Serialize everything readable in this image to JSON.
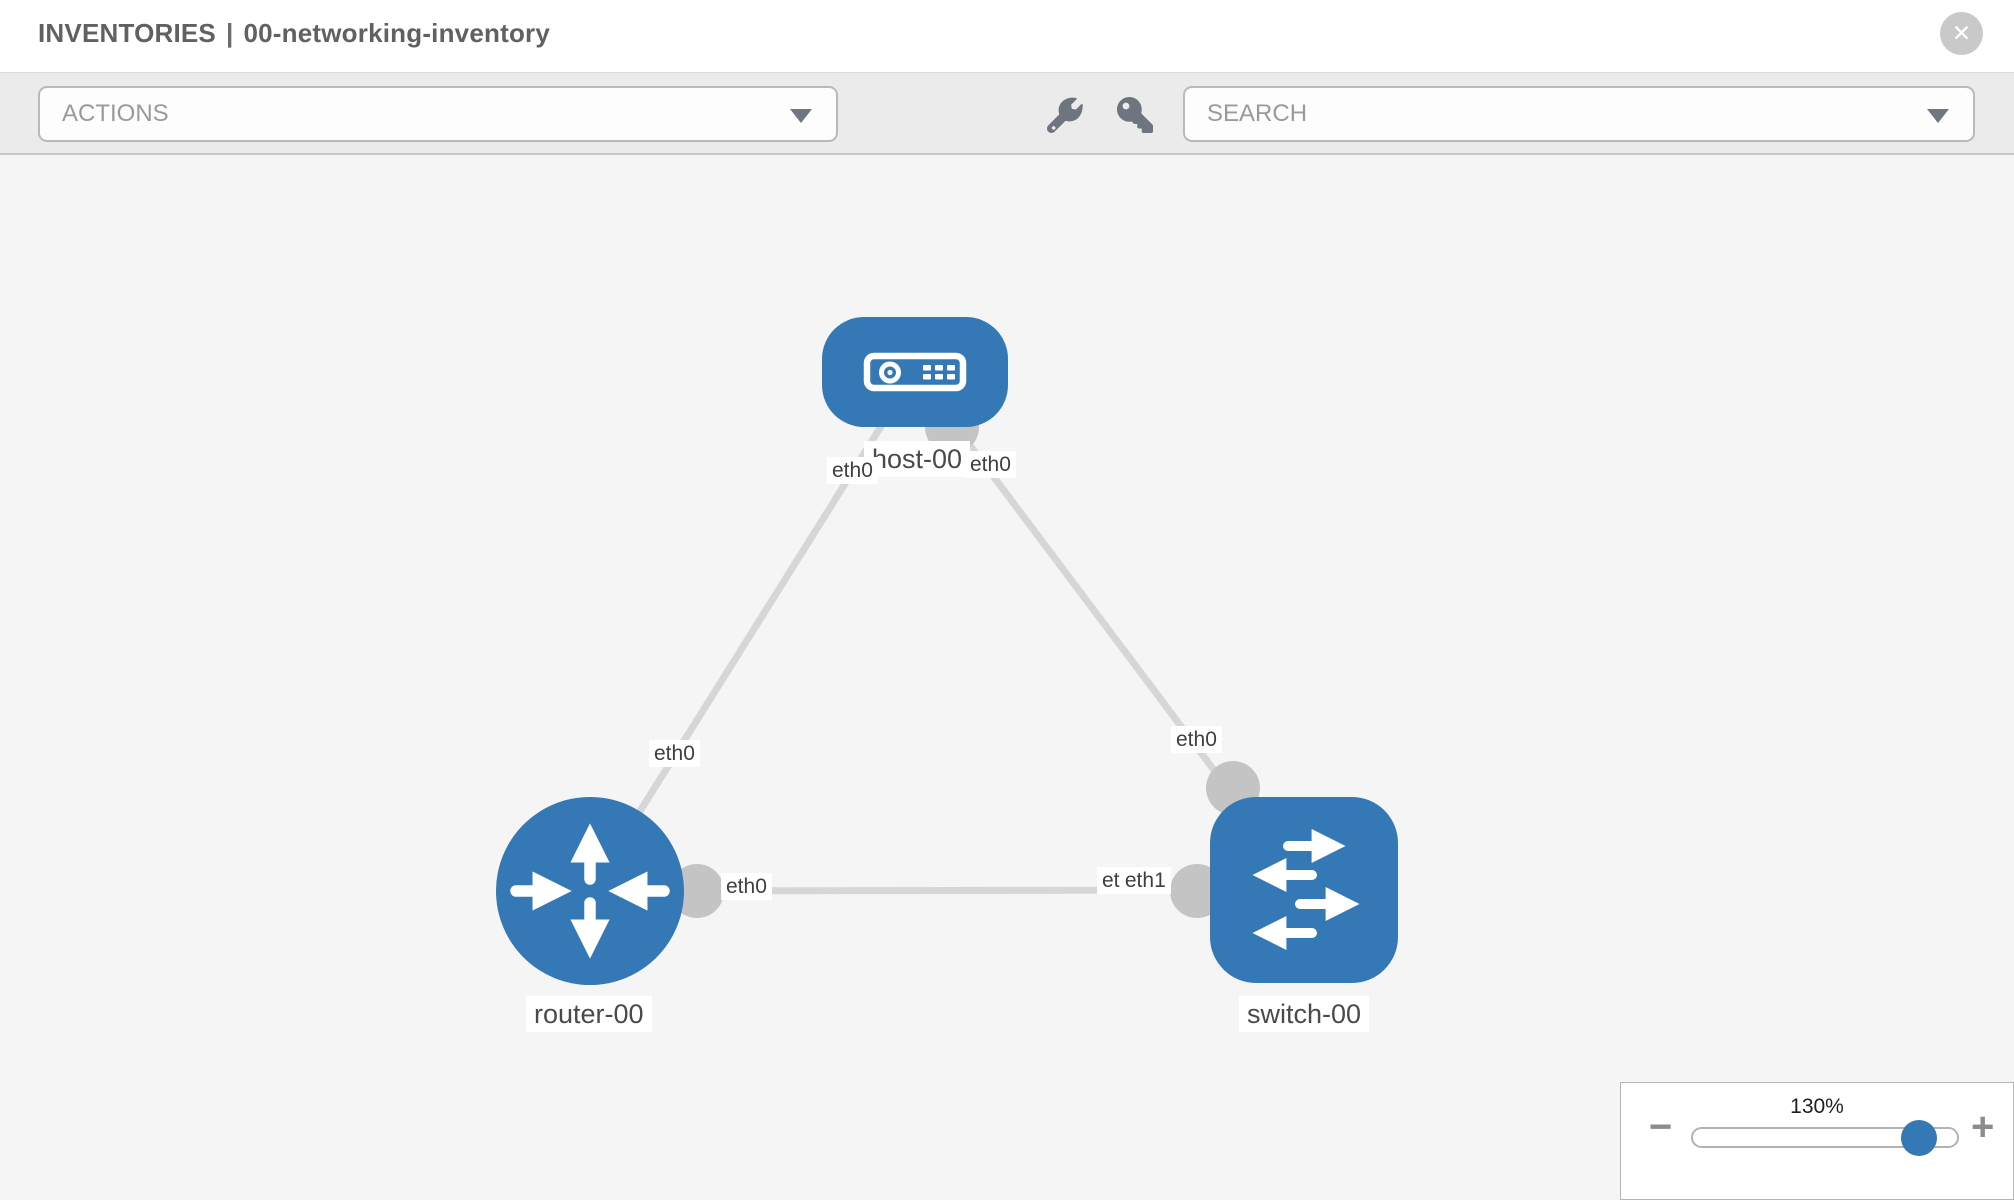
{
  "header": {
    "section": "INVENTORIES",
    "separator": "|",
    "inventory_name": "00-networking-inventory"
  },
  "toolbar": {
    "actions_label": "ACTIONS",
    "search_placeholder": "SEARCH"
  },
  "icons": {
    "close": "✕",
    "wrench": "wrench-icon",
    "key": "key-icon",
    "caret": "chevron-down-icon",
    "minus": "−",
    "plus": "+"
  },
  "topology": {
    "nodes": [
      {
        "id": "host-00",
        "label": "host-00",
        "type": "host"
      },
      {
        "id": "router-00",
        "label": "router-00",
        "type": "router"
      },
      {
        "id": "switch-00",
        "label": "switch-00",
        "type": "switch"
      }
    ],
    "links": [
      {
        "source": "host-00",
        "target": "router-00",
        "source_interface": "eth0",
        "target_interface": "eth0"
      },
      {
        "source": "host-00",
        "target": "switch-00",
        "source_interface": "eth0",
        "target_interface": "eth0"
      },
      {
        "source": "router-00",
        "target": "switch-00",
        "source_interface": "eth0",
        "target_interface": "eth1",
        "overlapped_label": "eth0"
      }
    ]
  },
  "zoom_control": {
    "level": "130%"
  },
  "colors": {
    "node_fill": "#3478b5",
    "edge": "#d6d6d6",
    "connector": "#c4c4c4",
    "toolbar_bg": "#ebebeb",
    "canvas_bg": "#f5f5f6"
  }
}
